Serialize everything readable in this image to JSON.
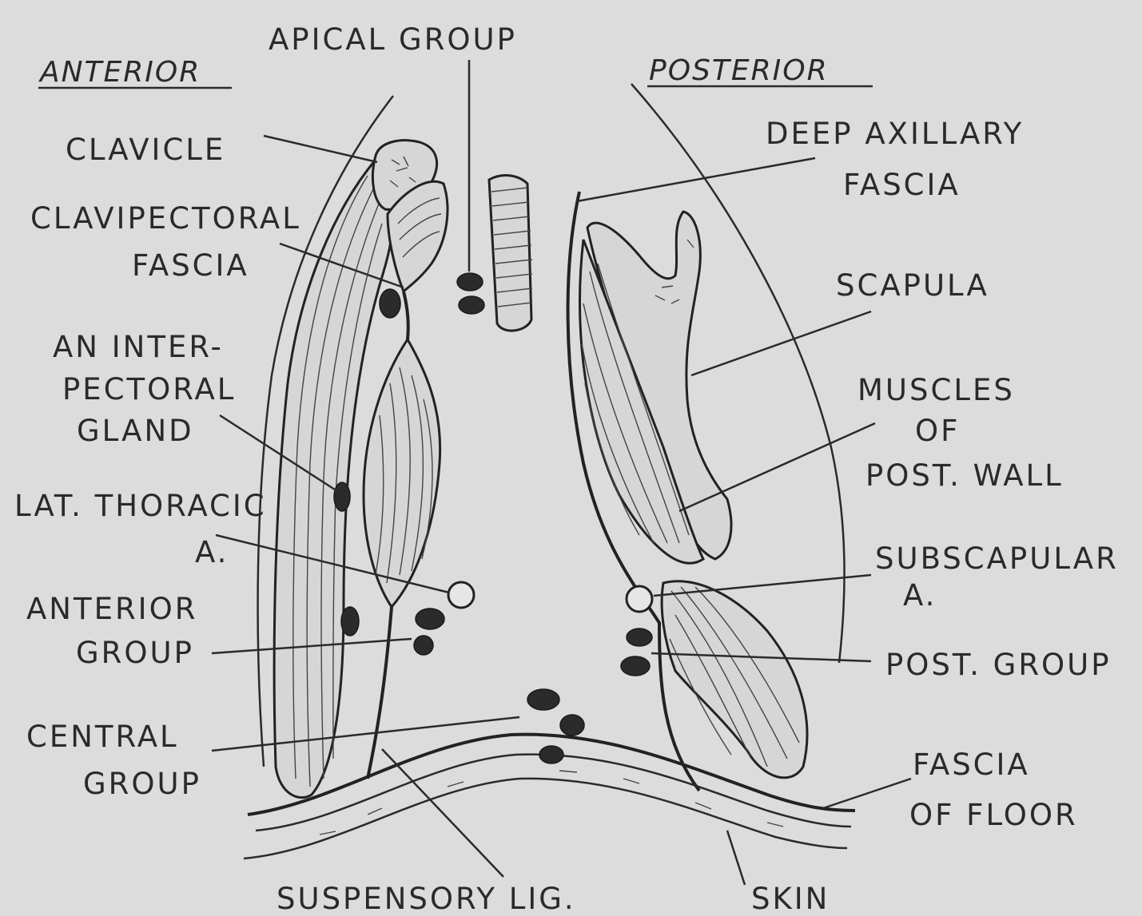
{
  "headings": {
    "anterior": "ANTERIOR",
    "posterior": "POSTERIOR"
  },
  "labels": {
    "apical_group": "APICAL GROUP",
    "clavicle": "CLAVICLE",
    "clavipectoral_1": "CLAVIPECTORAL",
    "clavipectoral_2": "FASCIA",
    "interpectoral_1": "AN INTER-",
    "interpectoral_2": "PECTORAL",
    "interpectoral_3": "GLAND",
    "lat_thoracic_1": "LAT. THORACIC",
    "lat_thoracic_2": "A.",
    "anterior_group_1": "ANTERIOR",
    "anterior_group_2": "GROUP",
    "central_group_1": "CENTRAL",
    "central_group_2": "GROUP",
    "suspensory": "SUSPENSORY LIG.",
    "deep_axillary_1": "DEEP AXILLARY",
    "deep_axillary_2": "FASCIA",
    "scapula": "SCAPULA",
    "muscles_1": "MUSCLES",
    "muscles_2": "OF",
    "muscles_3": "POST. WALL",
    "subscapular_1": "SUBSCAPULAR",
    "subscapular_2": "A.",
    "post_group": "POST. GROUP",
    "fascia_floor_1": "FASCIA",
    "fascia_floor_2": "OF FLOOR",
    "skin": "SKIN"
  }
}
